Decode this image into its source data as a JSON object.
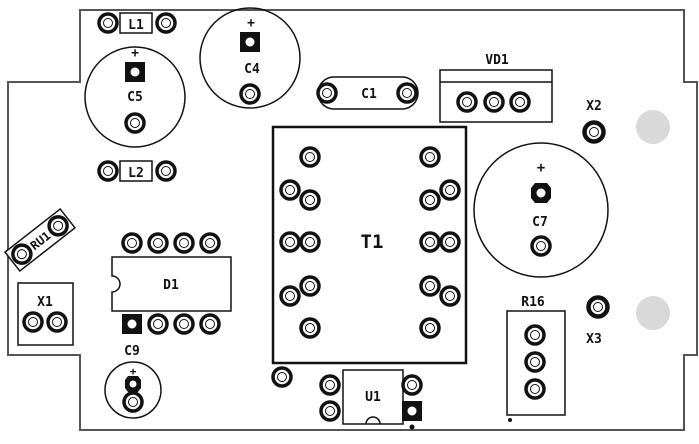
{
  "colors": {
    "background": "#ffffff",
    "outline": "#555555",
    "silkscreen": "#111111",
    "pad_fill": "#ffffff",
    "mount_hole": "#d9d9d9"
  },
  "labels": {
    "l1": "L1",
    "l2": "L2",
    "c4": "C4",
    "c5": "C5",
    "c1": "C1",
    "vd1": "VD1",
    "x2": "X2",
    "t1": "T1",
    "c7": "C7",
    "x3": "X3",
    "ru1": "RU1",
    "d1": "D1",
    "x1": "X1",
    "c9": "C9",
    "r16": "R16",
    "u1": "U1",
    "c4_plus": "+",
    "c5_plus": "+",
    "c7_plus": "+",
    "c9_plus": "+"
  }
}
